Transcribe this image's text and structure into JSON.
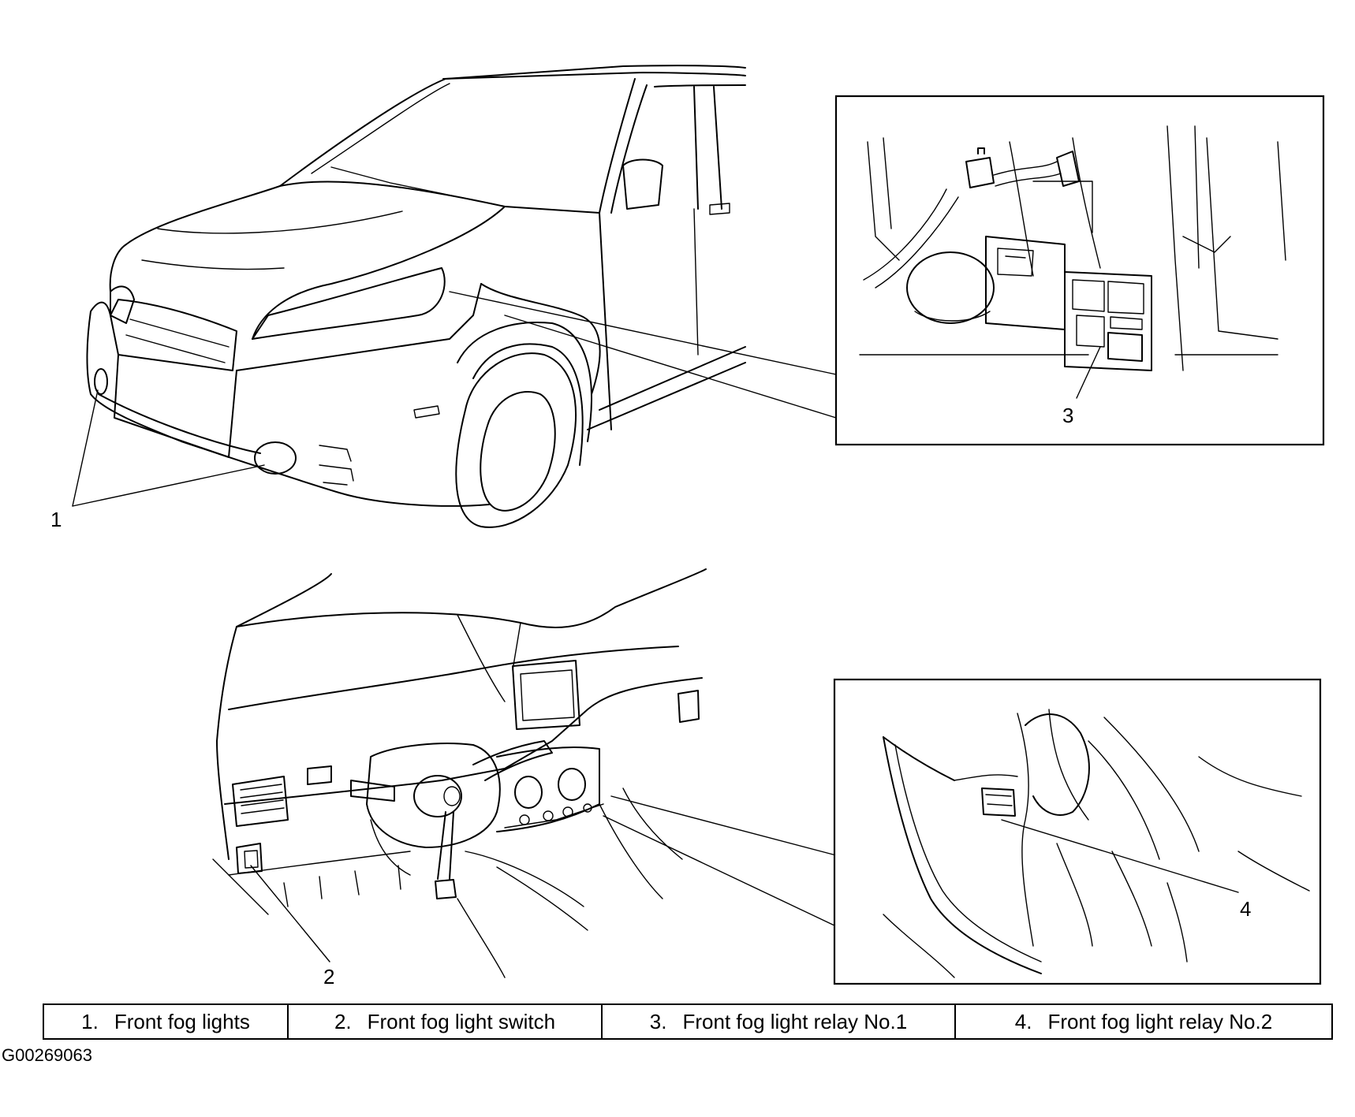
{
  "callouts": {
    "c1": "1",
    "c2": "2",
    "c3": "3",
    "c4": "4"
  },
  "legend": [
    {
      "num": "1.",
      "label": "Front fog lights"
    },
    {
      "num": "2.",
      "label": "Front fog light switch"
    },
    {
      "num": "3.",
      "label": "Front fog light relay No.1"
    },
    {
      "num": "4.",
      "label": "Front fog light relay No.2"
    }
  ],
  "figure_id": "G00269063"
}
